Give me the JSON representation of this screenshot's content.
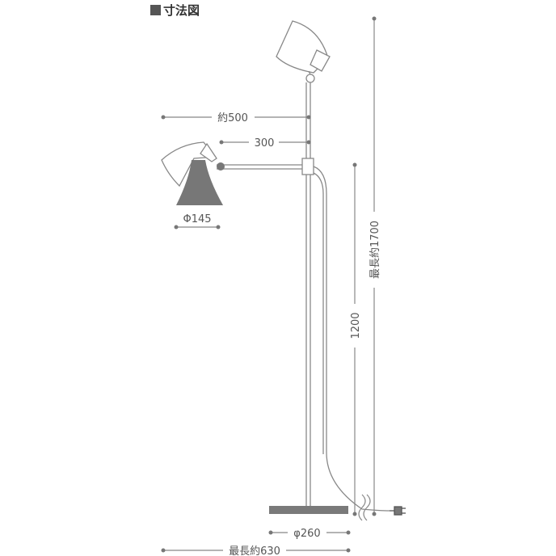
{
  "title": "寸法図",
  "colors": {
    "line": "#888888",
    "lamp_fill": "#777777",
    "base": "#7a7a7a",
    "dot": "#777777",
    "text": "#555555"
  },
  "dimensions": {
    "total_width": "約500",
    "arm_length": "300",
    "shade_diameter": "Φ145",
    "max_height": "最長約1700",
    "arm_height": "1200",
    "base_diameter": "φ260",
    "max_depth": "最長約630"
  }
}
